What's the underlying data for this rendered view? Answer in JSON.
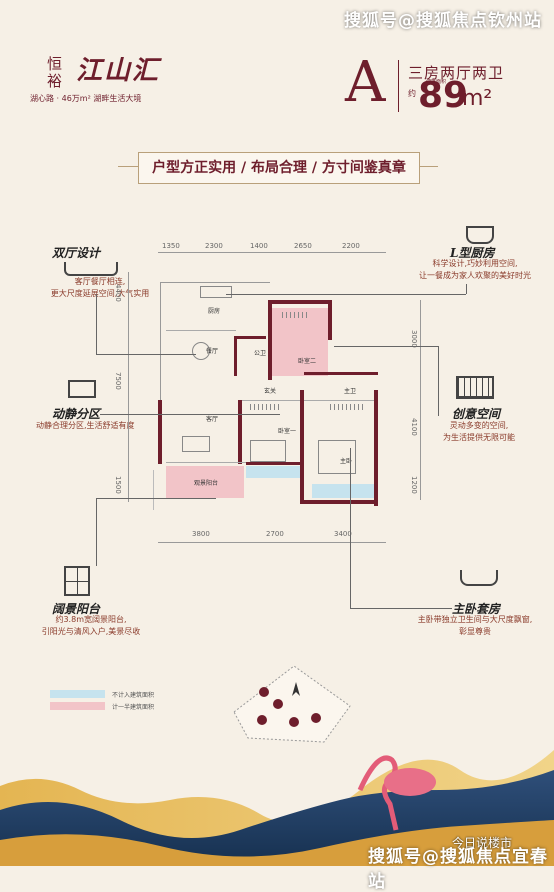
{
  "watermark_top": "搜狐号@搜狐焦点钦州站",
  "watermark_bottom": "搜狐号@搜狐焦点宜春站",
  "wechat_watermark": "今日说楼市",
  "brand": {
    "chinese": "恒裕",
    "project": "江山汇",
    "tagline": "湖心路 · 46万m² 湖畔生活大境"
  },
  "unit": {
    "letter": "A",
    "layout": "三房两厅两卫",
    "approx": "约",
    "area": "89",
    "area_unit": "m²",
    "area_note": "建筑面积"
  },
  "banner": "户型方正实用 / 布局合理 / 方寸间鉴真章",
  "features": {
    "double_hall": {
      "title": "双厅设计",
      "desc1": "客厅餐厅相连,",
      "desc2": "更大尺度延展空间,大气实用"
    },
    "kitchen": {
      "title": "L型厨房",
      "desc1": "科学设计,巧妙利用空间,",
      "desc2": "让一餐成为家人欢聚的美好时光"
    },
    "zoning": {
      "title": "动静分区",
      "desc1": "动静合理分区,生活舒适有度"
    },
    "creative": {
      "title": "创意空间",
      "desc1": "灵动多变的空间,",
      "desc2": "为生活提供无限可能"
    },
    "balcony": {
      "title": "阔景阳台",
      "desc1": "约3.8m宽阔景阳台,",
      "desc2": "引阳光与清风入户,美景尽收"
    },
    "master": {
      "title": "主卧套房",
      "desc1": "主卧带独立卫生间与大尺度飘窗,",
      "desc2": "彰显尊贵"
    }
  },
  "dimensions": {
    "top": [
      "1350",
      "2300",
      "1400",
      "2650",
      "2200"
    ],
    "bottom": [
      "3800",
      "2700",
      "3400"
    ],
    "left": [
      "4400",
      "7500",
      "1500"
    ],
    "right": [
      "3000",
      "4100",
      "1200"
    ]
  },
  "rooms": {
    "kitchen": "厨房",
    "dining": "餐厅",
    "bath_public": "公卫",
    "bedroom2": "卧室二",
    "living": "客厅",
    "entry": "玄关",
    "bedroom1": "卧室一",
    "master": "主卧",
    "balcony": "观景阳台",
    "bath_master": "主卫"
  },
  "legend": {
    "blue": "不计入建筑面积",
    "pink": "计一半建筑面积"
  },
  "colors": {
    "accent": "#6e1e2c",
    "blue_area": "#c6e3ee",
    "pink_area": "#f2c4c8"
  }
}
